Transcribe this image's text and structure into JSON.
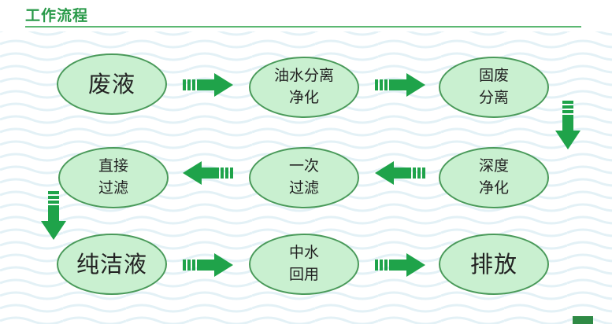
{
  "header": {
    "title": "工作流程"
  },
  "nodes": {
    "waste_liquid": "废液",
    "oil_water_separation": "油水分离\n净化",
    "solid_waste_separation": "固废\n分离",
    "deep_purification": "深度\n净化",
    "primary_filtration": "一次\n过滤",
    "direct_filtration": "直接\n过滤",
    "pure_liquid": "纯洁液",
    "reclaimed_water": "中水\n回用",
    "discharge": "排放"
  },
  "colors": {
    "accent": "#2a9a4a",
    "node_fill": "#c9f0d0",
    "node_border": "#4a9a5a",
    "arrow": "#1fa34a"
  }
}
